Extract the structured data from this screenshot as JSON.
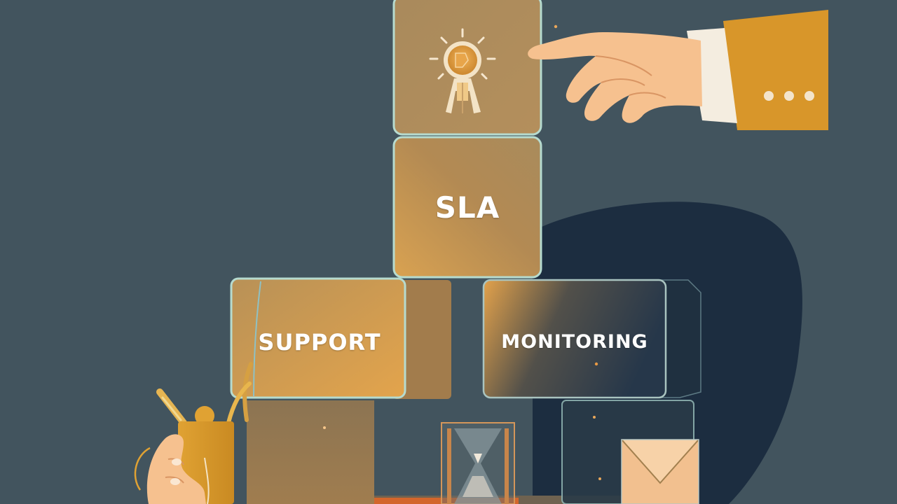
{
  "blocks": {
    "top": {
      "icon": "lightbulb-icon"
    },
    "sla": {
      "label": "SLA"
    },
    "support": {
      "label": "SUPPORT"
    },
    "monitoring": {
      "label": "MONITORING"
    }
  },
  "colors": {
    "background": "#42545e",
    "shadow_shape": "#1c2d40",
    "block_gold": "#b38a53",
    "block_edge": "#b6dbcf",
    "sleeve": "#d8962a",
    "skin": "#f6c18f"
  }
}
